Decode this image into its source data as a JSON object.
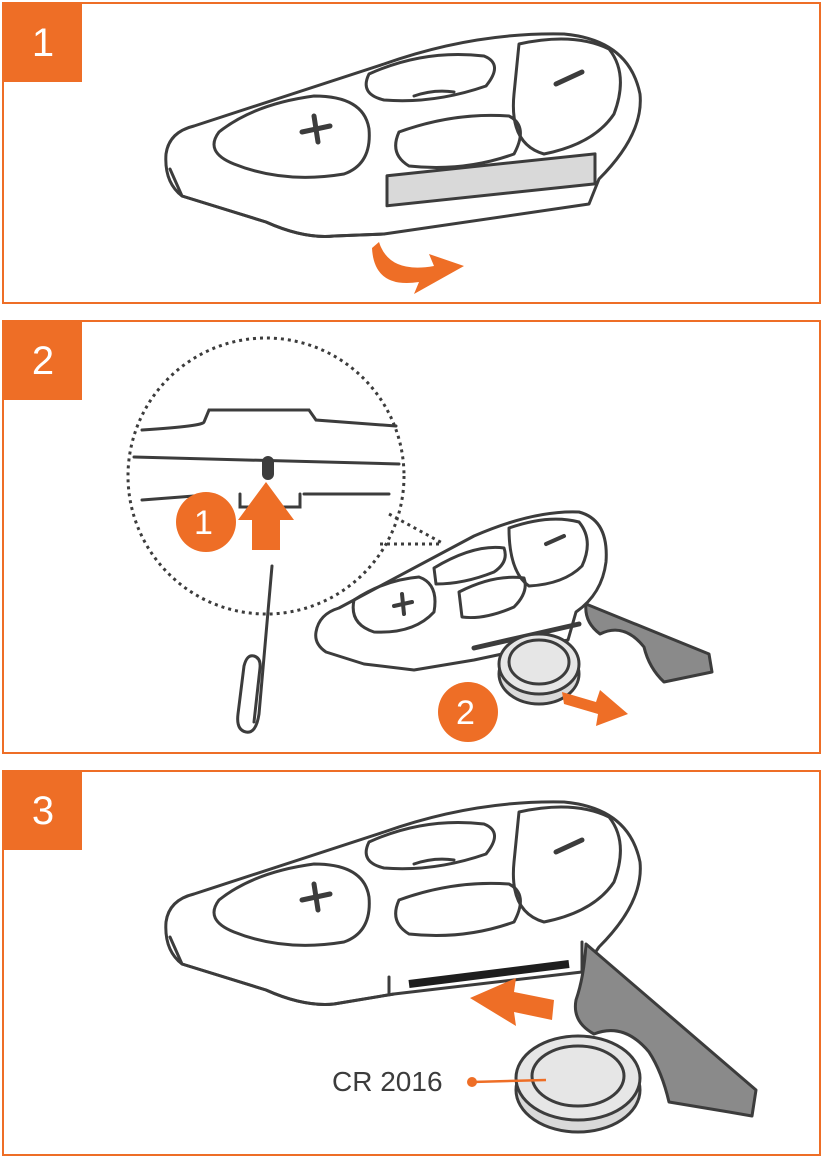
{
  "steps": [
    {
      "number": "1"
    },
    {
      "number": "2",
      "substeps": [
        "1",
        "2"
      ]
    },
    {
      "number": "3",
      "battery_label": "CR 2016"
    }
  ],
  "colors": {
    "accent": "#ee6e26",
    "outline": "#3c3c3c",
    "device_fill": "#ffffff",
    "slot_fill": "#d9d9d9",
    "clip_fill": "#8a8a8a"
  },
  "icons": [
    "plus-icon",
    "minus-icon",
    "rotate-arrow-icon",
    "push-arrow-icon",
    "pull-arrow-icon",
    "insert-arrow-icon",
    "paperclip-icon",
    "coin-battery-icon",
    "battery-clip-icon",
    "magnifier-circle-icon"
  ]
}
